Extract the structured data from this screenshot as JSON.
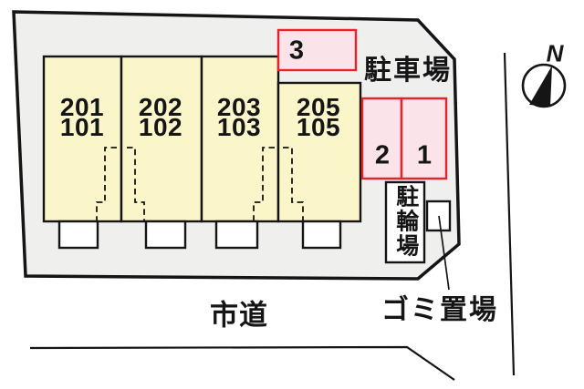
{
  "plan": {
    "building": {
      "units": [
        {
          "upper": "201",
          "lower": "101"
        },
        {
          "upper": "202",
          "lower": "102"
        },
        {
          "upper": "203",
          "lower": "103"
        },
        {
          "upper": "205",
          "lower": "105"
        }
      ]
    },
    "parking": {
      "area_label": "駐車場",
      "space_3": "3",
      "space_2": "2",
      "space_1": "1"
    },
    "bicycle_parking_label": "駐輪場",
    "garbage_area_label": "ゴミ置場",
    "road_label": "市道",
    "compass_north_label": "N",
    "colors": {
      "site_fill": "#efefee",
      "line": "#151515",
      "unit_fill": "#fbf5ca",
      "parking_fill": "#fbe3ea",
      "parking_border": "#e8212b",
      "white": "#ffffff"
    }
  }
}
